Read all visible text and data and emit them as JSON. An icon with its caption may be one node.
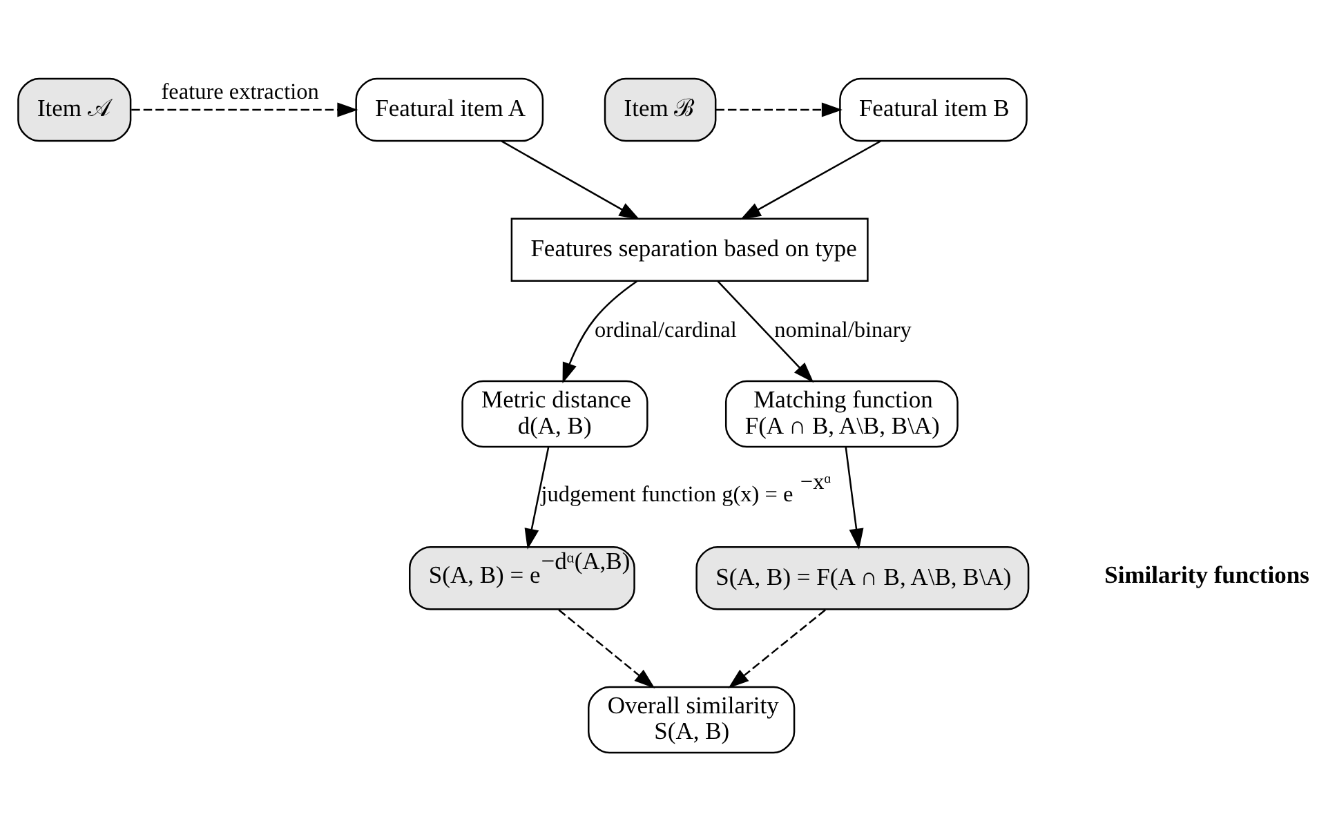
{
  "diagram": {
    "nodes": [
      {
        "text": [
          "Item 𝒜"
        ]
      },
      {
        "text": [
          "Item ℬ"
        ]
      },
      {
        "text": [
          "Featural item A"
        ]
      },
      {
        "text": [
          "Featural item B"
        ]
      },
      {
        "text": [
          "Features separation based on type"
        ]
      },
      {
        "text": [
          "Metric distance",
          "d(A, B)"
        ]
      },
      {
        "text": [
          "Matching function",
          "F(A ∩ B, A\\B, B\\A)"
        ]
      },
      {
        "text": [
          "S(A, B) = e$^{−dᵅ(A,B)}$"
        ]
      },
      {
        "text": [
          "S(A, B) = F(A ∩ B, A\\B, B\\A)"
        ]
      },
      {
        "text": [
          "Overall similarity",
          "S(A, B)"
        ]
      }
    ],
    "edges": [
      {
        "from": 0,
        "to": 2,
        "arrow": "to",
        "style": "dashed",
        "label": "feature extraction"
      },
      {
        "from": 1,
        "to": 3,
        "arrow": "to",
        "style": "dashed"
      },
      {
        "from": 2,
        "to": 4,
        "arrow": "to"
      },
      {
        "from": 3,
        "to": 4,
        "arrow": "to"
      },
      {
        "from": 4,
        "to": 5,
        "arrow": "to",
        "label": "ordinal/cardinal"
      },
      {
        "from": 4,
        "to": 6,
        "arrow": "to",
        "label": "nominal/binary"
      },
      {
        "from": 5,
        "to": 7,
        "arrow": "to",
        "label": "judgement function g(x) = e$^{−xᵅ}$"
      },
      {
        "from": 6,
        "to": 8,
        "arrow": "to"
      },
      {
        "from": 7,
        "to": 9,
        "arrow": "to",
        "style": "dashed"
      },
      {
        "from": 8,
        "to": 9,
        "arrow": "to",
        "style": "dashed"
      }
    ],
    "labels": [
      "Similarity functions"
    ]
  }
}
